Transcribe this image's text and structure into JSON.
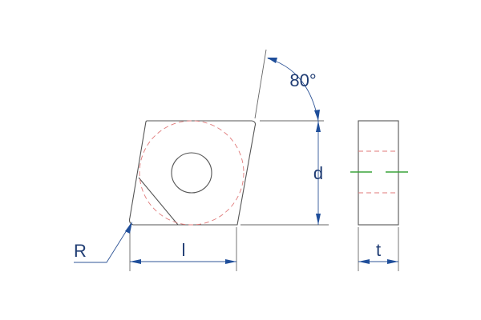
{
  "labels": {
    "angle": "80°",
    "diameter": "d",
    "length": "l",
    "radius": "R",
    "thickness": "t"
  },
  "colors": {
    "outline": "#555555",
    "dimension": "#2f5597",
    "text": "#1f3c73",
    "hidden": "#e07a7a",
    "centerline": "#3aa33a"
  }
}
